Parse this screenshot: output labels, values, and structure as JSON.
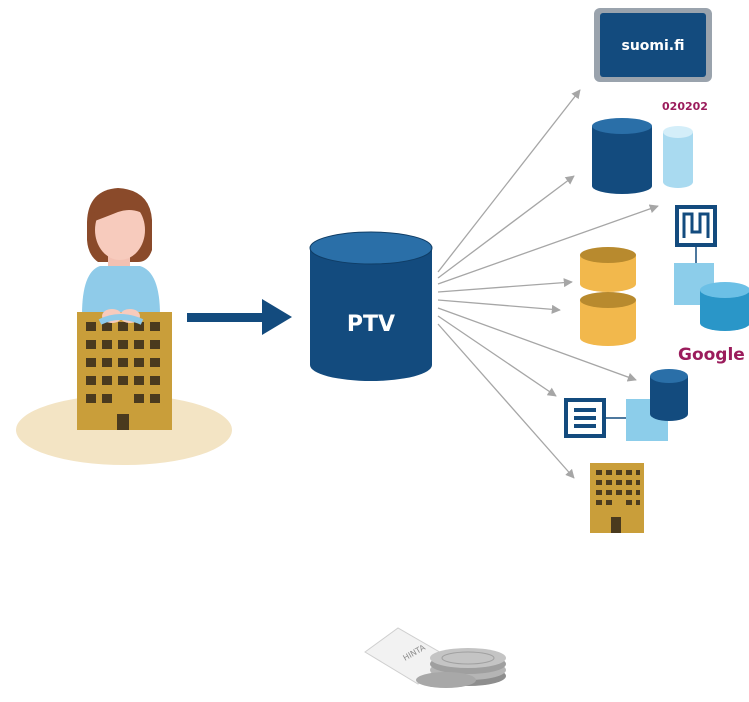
{
  "diagram": {
    "center_label": "PTV",
    "targets": {
      "suomi": "suomi.fi",
      "phone_number": "020202",
      "google": "Google",
      "price_tag": "HINTA"
    }
  },
  "colors": {
    "navy": "#134b7e",
    "light_blue": "#8ccdea",
    "gold": "#c99e3a",
    "orange_db": "#f2b84c",
    "magenta": "#9b1c5c",
    "sand": "#f3e4c4",
    "arrow_gray": "#a6a6a6"
  }
}
